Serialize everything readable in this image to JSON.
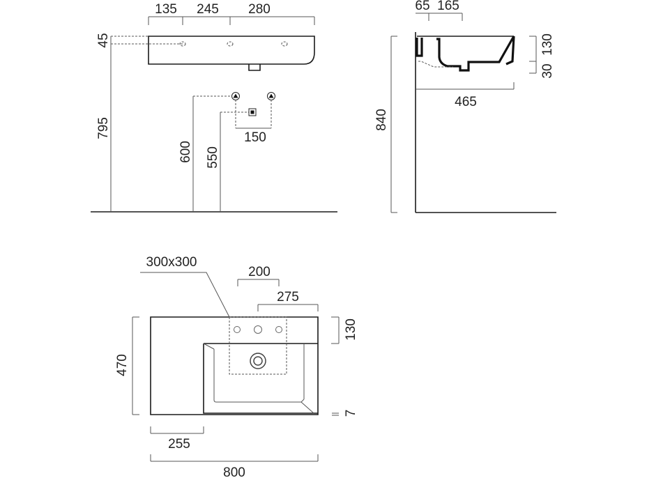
{
  "front_view": {
    "dims_top": [
      "135",
      "245",
      "280"
    ],
    "dim_45": "45",
    "dim_795": "795",
    "dim_600": "600",
    "dim_550": "550",
    "dim_150": "150"
  },
  "side_view": {
    "dim_65": "65",
    "dim_165": "165",
    "dim_130": "130",
    "dim_30": "30",
    "dim_465": "465",
    "dim_840": "840"
  },
  "top_view": {
    "dim_area": "300x300",
    "dim_200": "200",
    "dim_275": "275",
    "dim_130": "130",
    "dim_470": "470",
    "dim_7": "7",
    "dim_255": "255",
    "dim_800": "800"
  },
  "colors": {
    "line": "#555555",
    "outline": "#1a1a1a",
    "section": "#111111",
    "text": "#222222"
  },
  "icons": [
    "water-inlet-triangle-icon",
    "drain-square-icon",
    "tap-hole-icon",
    "drain-hole-icon"
  ]
}
